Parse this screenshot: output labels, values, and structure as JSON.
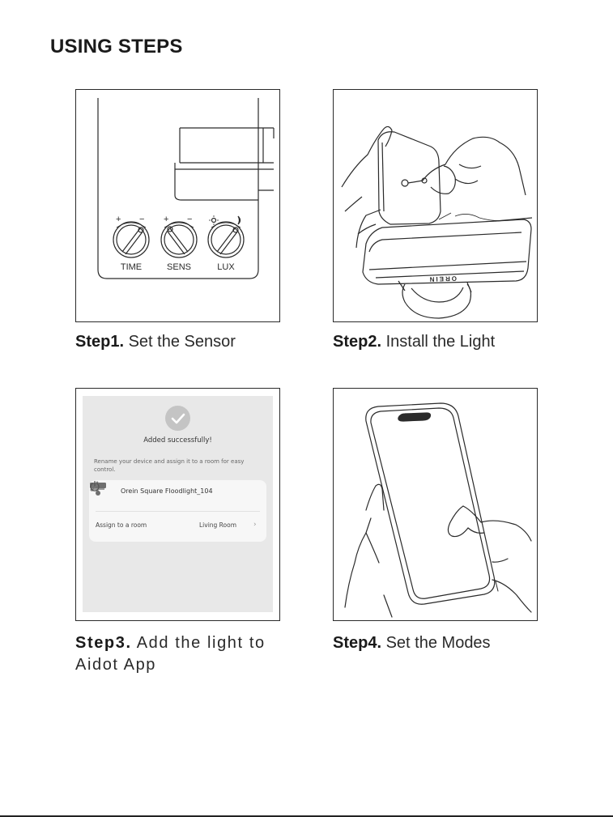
{
  "page": {
    "title": "USING STEPS"
  },
  "steps": [
    {
      "label": "Step1.",
      "text": "Set the Sensor"
    },
    {
      "label": "Step2.",
      "text": "Install the Light"
    },
    {
      "label": "Step3.",
      "text": "Add the light to Aidot App"
    },
    {
      "label": "Step4.",
      "text": "Set the Modes"
    }
  ],
  "sensor_panel": {
    "dial_labels": [
      "TIME",
      "SENS",
      "LUX"
    ],
    "brand_mark": "OREIN",
    "icons": [
      "plus-minus-icon",
      "sun-icon",
      "moon-icon"
    ]
  },
  "app_screen": {
    "success_title": "Added successfully!",
    "instruction": "Rename your device and assign it to a room for easy control.",
    "device_name": "Orein Square Floodlight_104",
    "assign_label": "Assign to a room",
    "room_value": "Living Room",
    "icons": [
      "check-icon",
      "floodlight-icon",
      "edit-icon",
      "power-icon",
      "chevron-right-icon"
    ]
  },
  "colors": {
    "text": "#1a1a1a",
    "line_art": "#2a2a2a",
    "app_background": "#e8e8e8",
    "app_card": "#f7f7f7",
    "check_circle": "#c4c4c4"
  }
}
